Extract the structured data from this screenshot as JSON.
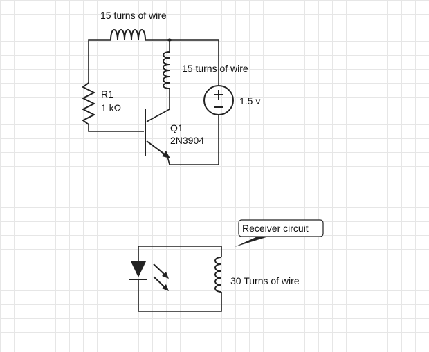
{
  "transmitter": {
    "top_inductor_label": "15 turns of wire",
    "coil_label": "15 turns of wire",
    "resistor_name": "R1",
    "resistor_value": "1 kΩ",
    "battery_label": "1.5 v",
    "transistor_name": "Q1",
    "transistor_part": "2N3904"
  },
  "receiver": {
    "callout": "Receiver circuit",
    "coil_label": "30 Turns of wire"
  },
  "colors": {
    "grid": "#e6e6e6",
    "wire": "#222222",
    "callout_fill": "#222222"
  }
}
